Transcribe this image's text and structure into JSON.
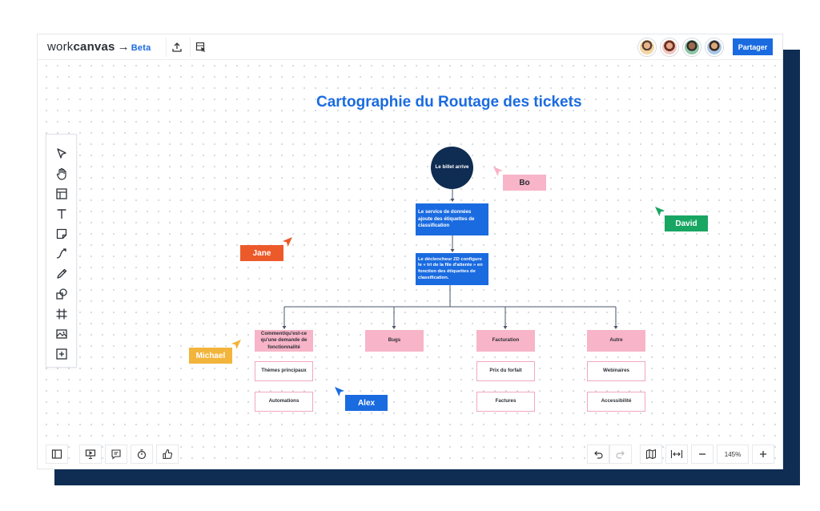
{
  "app": {
    "logo_work": "work",
    "logo_canvas": "canvas",
    "logo_arrow": "→",
    "logo_beta": "Beta",
    "share_label": "Partager"
  },
  "colors": {
    "brand_blue": "#1a6be0",
    "navy": "#0f2c52",
    "pink": "#f8b4c8",
    "cursor_pink": "#f8b4c8",
    "cursor_green": "#19a663",
    "cursor_orange": "#ec5a2a",
    "cursor_yellow": "#f2b43b",
    "cursor_blue": "#1a6be0"
  },
  "canvas": {
    "title": "Cartographie du Routage des tickets",
    "nodes": {
      "start": "Le billet arrive",
      "service": "Le service de données ajoute des étiquettes de classification",
      "trigger": "Le déclencheur ZD configure le « tri de la file d'attente » en fonction des étiquettes de classification.",
      "feature": "Comment/qu'est-ce qu'une demande de fonctionnalité",
      "bugs": "Bugs",
      "billing": "Facturation",
      "other": "Autre",
      "themes": "Thèmes principaux",
      "automations": "Automations",
      "plan_price": "Prix du forfait",
      "invoices": "Factures",
      "webinars": "Webinaires",
      "accessibility": "Accessibilité"
    },
    "cursors": {
      "bo": "Bo",
      "david": "David",
      "jane": "Jane",
      "michael": "Michael",
      "alex": "Alex"
    }
  },
  "zoom": "145%"
}
